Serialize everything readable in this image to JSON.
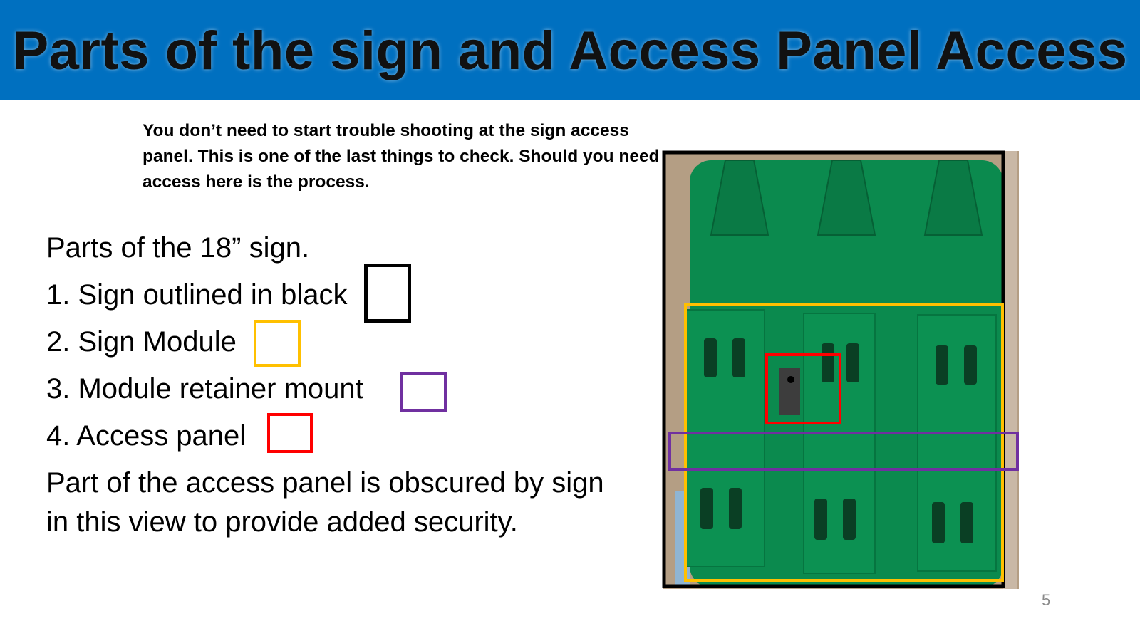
{
  "title": "Parts of the sign and Access Panel Access",
  "intro": "You don’t need to start trouble shooting at the sign access panel.  This is one of the last things to check.  Should you need access here is the process.",
  "heading": "Parts of the 18” sign.",
  "items": [
    {
      "label": "1. Sign outlined in black",
      "color": "#000000"
    },
    {
      "label": "2. Sign Module",
      "color": "#FFC000"
    },
    {
      "label": "3. Module retainer mount",
      "color": "#7030A0"
    },
    {
      "label": "4. Access panel",
      "color": "#FF0000"
    }
  ],
  "note_line1": "Part of the access panel is obscured by sign",
  "note_line2": "in this view to provide added security.",
  "page_number": "5",
  "colors": {
    "header": "#0070C0",
    "sign_green": "#0B8A4E"
  }
}
